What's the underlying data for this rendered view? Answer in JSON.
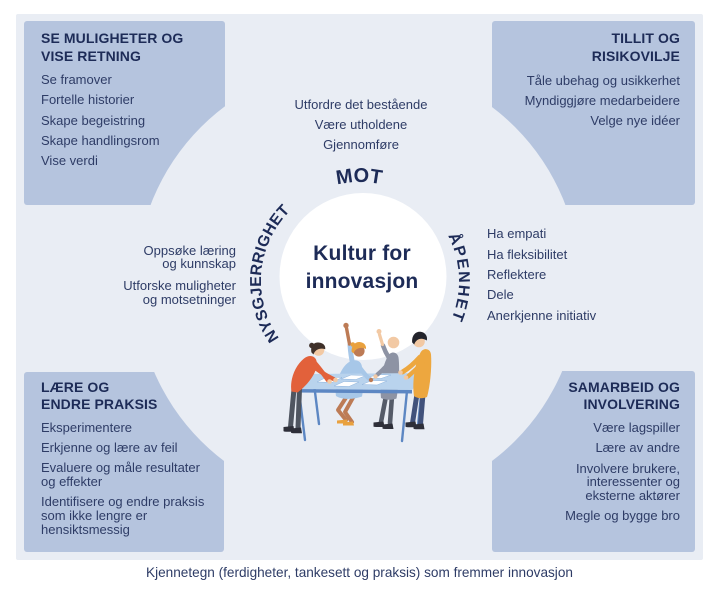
{
  "accent_colors": {
    "panel_blue": "#b5c4de",
    "background_blue": "#e9edf4",
    "navy_title": "#1d2b57",
    "navy_text": "#2e3c66"
  },
  "center": {
    "title": "Kultur for\ninnovasjon"
  },
  "axis_labels": {
    "top": "MOT",
    "left": "NYSGJERRIGHET",
    "right": "ÅPENHET"
  },
  "sections": {
    "mot_items": [
      "Utfordre det bestående",
      "Være utholdene",
      "Gjennomføre"
    ],
    "nysgjerrighet_items": [
      "Oppsøke læring\nog kunnskap",
      "Utforske muligheter\nog motsetninger"
    ],
    "apenhet_items": [
      "Ha empati",
      "Ha fleksibilitet",
      "Reflektere",
      "Dele",
      "Anerkjenne initiativ"
    ]
  },
  "boxes": {
    "top_left": {
      "title": "SE MULIGHETER OG\nVISE RETNING",
      "items": [
        "Se framover",
        "Fortelle historier",
        "Skape begeistring",
        "Skape handlingsrom",
        "Vise verdi"
      ]
    },
    "top_right": {
      "title": "TILLIT OG\nRISIKOVILJE",
      "items": [
        "Tåle ubehag og usikkerhet",
        "Myndiggjøre medarbeidere",
        "Velge nye idéer"
      ]
    },
    "bottom_left": {
      "title": "LÆRE OG\nENDRE PRAKSIS",
      "items": [
        "Eksperimentere",
        "Erkjenne og lære av feil",
        "Evaluere og måle resultater\nog effekter",
        "Identifisere og endre praksis\nsom ikke lengre er\nhensiktsmessig"
      ]
    },
    "bottom_right": {
      "title": "SAMARBEID OG\nINVOLVERING",
      "items": [
        "Være lagspiller",
        "Lære av andre",
        "Involvere brukere,\ninteressenter og\neksterne aktører",
        "Megle og bygge bro"
      ]
    }
  },
  "caption": "Kjennetegn (ferdigheter, tankesett og praksis) som fremmer innovasjon",
  "illustration": "four-people-collaborating-around-table"
}
